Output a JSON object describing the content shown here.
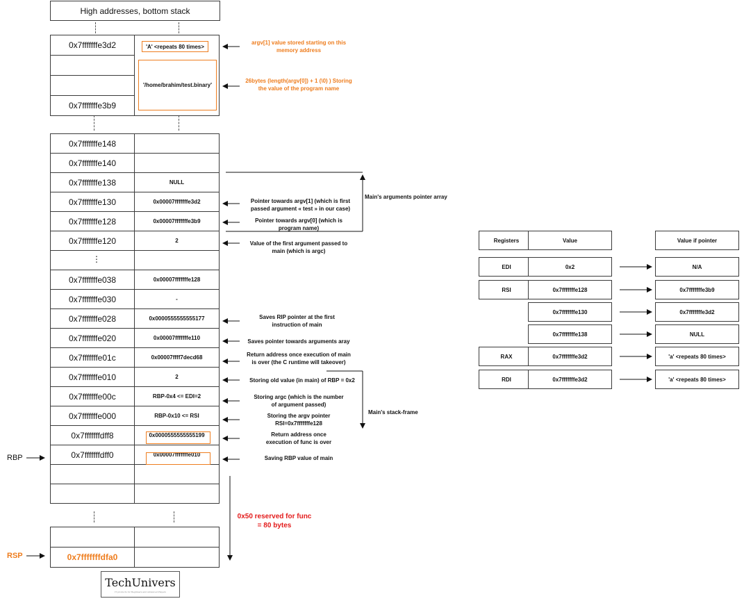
{
  "stack": {
    "header": "High addresses, bottom stack",
    "top_group": {
      "rows": [
        {
          "address": "0x7fffffffe3d2",
          "value": ""
        },
        {
          "address": "",
          "value": ""
        },
        {
          "address": "",
          "value": ""
        },
        {
          "address": "0x7fffffffe3b9",
          "value": ""
        }
      ],
      "argv1_box": "'A' <repeats 80 times>",
      "argv0_box": "'/home/brahim/test.binary'"
    },
    "main_group": {
      "rows": [
        {
          "address": "0x7fffffffe148",
          "value": ""
        },
        {
          "address": "0x7fffffffe140",
          "value": ""
        },
        {
          "address": "0x7fffffffe138",
          "value": "NULL"
        },
        {
          "address": "0x7fffffffe130",
          "value": "0x00007fffffffe3d2"
        },
        {
          "address": "0x7fffffffe128",
          "value": "0x00007fffffffe3b9"
        },
        {
          "address": "0x7fffffffe120",
          "value": "2"
        },
        {
          "address": "⋮",
          "value": ""
        },
        {
          "address": "0x7fffffffe038",
          "value": "0x00007fffffffe128"
        },
        {
          "address": "0x7fffffffe030",
          "value": "-"
        },
        {
          "address": "0x7fffffffe028",
          "value": "0x0000555555555177"
        },
        {
          "address": "0x7fffffffe020",
          "value": "0x00007fffffffe110"
        },
        {
          "address": "0x7fffffffe01c",
          "value": "0x00007ffff7decd68"
        },
        {
          "address": "0x7fffffffe010",
          "value": "2"
        },
        {
          "address": "0x7fffffffe00c",
          "value": "RBP-0x4 <= EDI=2"
        },
        {
          "address": "0x7fffffffe000",
          "value": "RBP-0x10 <= RSI"
        },
        {
          "address": "0x7fffffffdff8",
          "value": "0x0000555555555199"
        },
        {
          "address": "0x7fffffffdff0",
          "value": "0x00007fffffffe010"
        },
        {
          "address": "",
          "value": ""
        },
        {
          "address": "",
          "value": ""
        }
      ]
    },
    "bottom_group": {
      "rows": [
        {
          "address": "",
          "value": ""
        },
        {
          "address": "0x7fffffffdfa0",
          "value": ""
        }
      ]
    }
  },
  "annotations": {
    "argv1_stored": "argv[1] value stored starting on this memory address",
    "argv0_length": "26bytes (length(argv[0]) + 1 (\\0) ) Storing the value of the program name",
    "ptr_argv1": "Pointer towards argv[1] (which is first passed argument « test » in our case)",
    "ptr_argv0": "Pointer towards argv[0] (which is program name)",
    "argc_value": "Value of the first argument passed to main (which is argc)",
    "saves_rip": "Saves RIP pointer at the first instruction of main",
    "saves_args_ptr": "Saves pointer towards arguments aray",
    "return_main": "Return address once execution of main is over (the C runtime will takeover)",
    "old_rbp": "Storing old value (in main) of RBP = 0x2",
    "storing_argc": "Storing argc (which is the number of argument passed)",
    "storing_argv": "Storing the argv pointer RSI=0x7fffffffe128",
    "return_func": "Return address once execution of func is over",
    "saving_rbp": "Saving RBP value of main",
    "main_args_array": "Main's arguments pointer array",
    "main_stack_frame": "Main's stack-frame",
    "reserved_line1": "0x50 reserved for func",
    "reserved_line2": "= 80 bytes"
  },
  "side_labels": {
    "rbp": "RBP",
    "rsp": "RSP"
  },
  "registers": {
    "headers": [
      "Registers",
      "Value",
      "Value if pointer"
    ],
    "rows": [
      {
        "register": "EDI",
        "value": "0x2",
        "pointer": "N/A"
      },
      {
        "register": "RSI",
        "value": "0x7fffffffe128",
        "pointer": "0x7fffffffe3b9"
      },
      {
        "register": "",
        "value": "0x7fffffffe130",
        "pointer": "0x7fffffffe3d2"
      },
      {
        "register": "",
        "value": "0x7fffffffe138",
        "pointer": "NULL"
      },
      {
        "register": "RAX",
        "value": "0x7fffffffe3d2",
        "pointer": "'a' <repeats 80 times>"
      },
      {
        "register": "RDI",
        "value": "0x7fffffffe3d2",
        "pointer": "'a' <repeats 80 times>"
      }
    ]
  },
  "logo": {
    "text": "TechUnivers",
    "tagline": "IT products for Beginners and Advanced Players"
  },
  "colors": {
    "accent": "#ee7d1e",
    "alert": "#e31b1b",
    "border": "#3a3a3a"
  }
}
